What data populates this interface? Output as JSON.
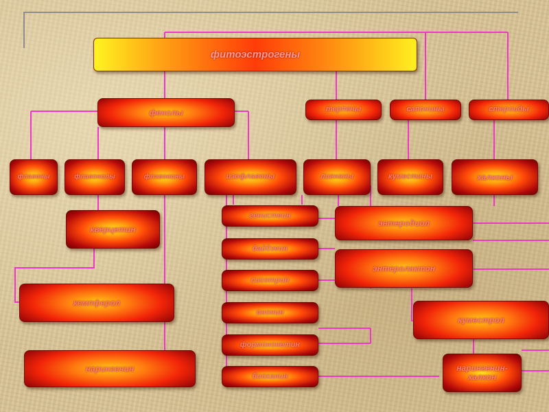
{
  "title": "фитоэстрогены",
  "level1": {
    "phenols": "фенолы",
    "terpenes": "терпены",
    "saponins": "сапонины",
    "steroids": "стероиды"
  },
  "level2": {
    "flavones": "флавоны",
    "flavonols": "флавонолы",
    "flavanones": "флавононы",
    "isoflavones": "изофлавоны",
    "lignans": "лигнаны",
    "coumestans": "куместаны",
    "chalcones": "халконы"
  },
  "level3": {
    "quercetin": "кверцетин",
    "kaempferol": "кемпферол",
    "naringenin": "нарингенин",
    "genistein": "генистеин",
    "daidzein": "дайдзеин",
    "sissotrin": "сисотрин",
    "ononin": "ононин",
    "formononetin": "формононетин",
    "biochanin": "биоханин",
    "enterodiol": "энтеродиол",
    "enterolactone": "энтеролактон",
    "coumestrol": "куместрол",
    "naringenin_chalcone": "нарингенин-халкон"
  },
  "colors": {
    "connector": "#ee37c8",
    "frame": "#8d8d8d"
  }
}
